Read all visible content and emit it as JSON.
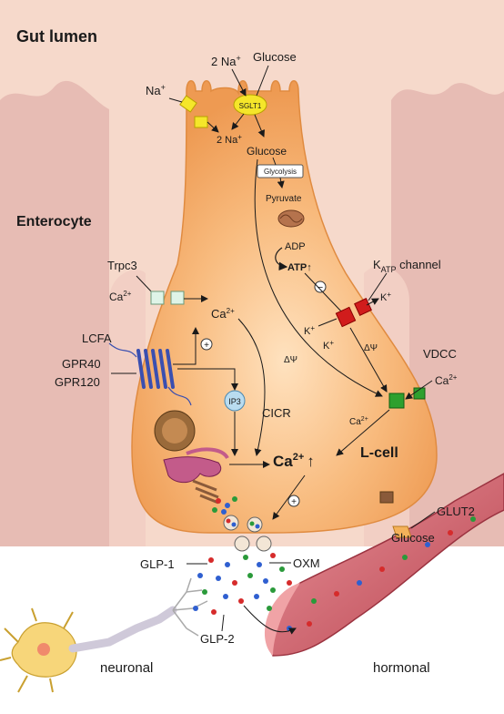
{
  "regions": {
    "gut_lumen": "Gut lumen",
    "enterocyte": "Enterocyte",
    "l_cell": "L-cell",
    "neuronal": "neuronal",
    "hormonal": "hormonal"
  },
  "inputs": {
    "na_top": "2 Na",
    "na_top_sup": "+",
    "glucose_top": "Glucose",
    "na_left": "Na",
    "na_left_sup": "+",
    "sglt1": "SGLT1",
    "na_inside": "2 Na",
    "na_inside_sup": "+",
    "glucose_inside": "Glucose"
  },
  "metabolism": {
    "glycolysis": "Glycolysis",
    "pyruvate": "Pyruvate",
    "adp": "ADP",
    "atp": "ATP"
  },
  "channels": {
    "katp_main": "K",
    "katp_sub": "ATP",
    "katp_rest": " channel",
    "k_out": "K",
    "k_in_1": "K",
    "k_in_2": "K",
    "plus": "+",
    "delta_psi_1": "ΔΨ",
    "delta_psi_2": "ΔΨ",
    "vdcc": "VDCC",
    "ca_vdcc": "Ca",
    "ca_sup": "2+",
    "trpc3": "Trpc3",
    "ca_trpc": "Ca",
    "ca_cyto": "Ca",
    "ca_small": "Ca",
    "ca_main": "Ca",
    "ca_main_sup": "2+",
    "arrow_up": "↑",
    "glut2": "GLUT2",
    "glucose_bottom": "Glucose"
  },
  "receptors": {
    "lcfa": "LCFA",
    "gpr40": "GPR40",
    "gpr120": "GPR120",
    "ip3": "IP3",
    "cicr": "CICR"
  },
  "signs": {
    "minus": "−",
    "plus_1": "+",
    "plus_2": "+"
  },
  "hormones": {
    "glp1": "GLP-1",
    "glp2": "GLP-2",
    "oxm": "OXM"
  },
  "colors": {
    "glp1": "#d62b2b",
    "glp2": "#2a9a3a",
    "oxm": "#2f5fd0",
    "cell": "#f6b26b",
    "lumen_bg": "#f5d5c6",
    "enterocyte_bg": "#e8b9b0"
  }
}
